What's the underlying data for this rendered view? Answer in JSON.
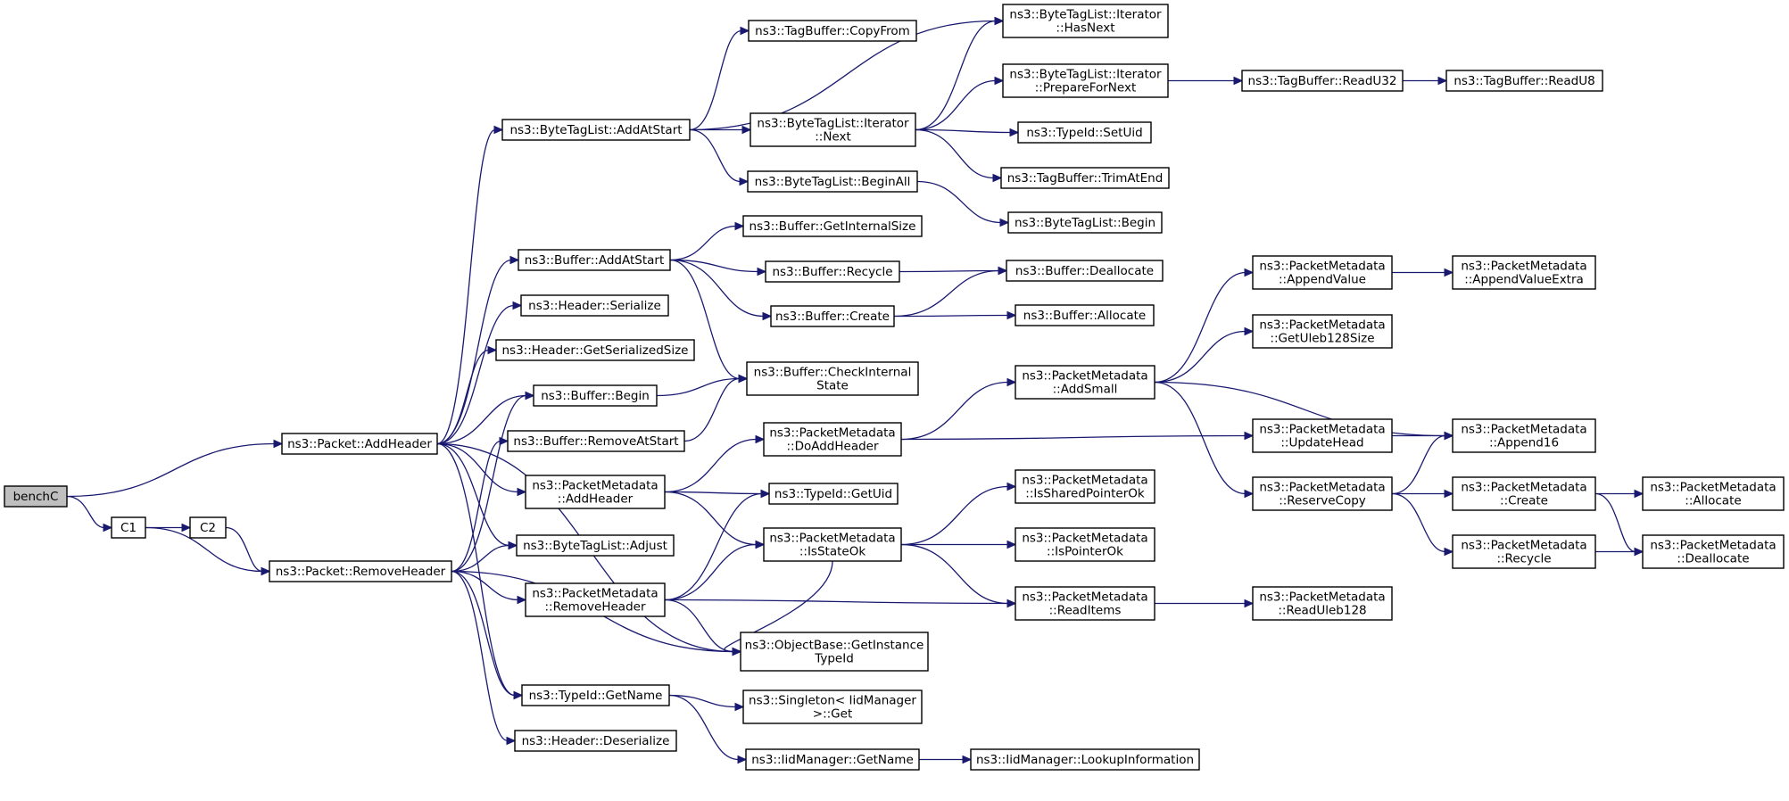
{
  "diagram": {
    "type": "call-graph",
    "colors": {
      "edge": "#191970",
      "node_border": "#000000",
      "root_fill": "#bfbfbf",
      "node_fill": "#ffffff"
    },
    "nodes": [
      {
        "id": "benchC",
        "lines": [
          "benchC"
        ],
        "root": true
      },
      {
        "id": "C1",
        "lines": [
          "C1"
        ]
      },
      {
        "id": "C2",
        "lines": [
          "C2"
        ]
      },
      {
        "id": "AddHeaderPkt",
        "lines": [
          "ns3::Packet::AddHeader"
        ]
      },
      {
        "id": "RemoveHeaderPkt",
        "lines": [
          "ns3::Packet::RemoveHeader"
        ]
      },
      {
        "id": "BTL_AddAtStart",
        "lines": [
          "ns3::ByteTagList::AddAtStart"
        ]
      },
      {
        "id": "Buf_AddAtStart",
        "lines": [
          "ns3::Buffer::AddAtStart"
        ]
      },
      {
        "id": "Hdr_Serialize",
        "lines": [
          "ns3::Header::Serialize"
        ]
      },
      {
        "id": "Hdr_GetSerSize",
        "lines": [
          "ns3::Header::GetSerializedSize"
        ]
      },
      {
        "id": "Buf_Begin",
        "lines": [
          "ns3::Buffer::Begin"
        ]
      },
      {
        "id": "Buf_RemoveAtStart",
        "lines": [
          "ns3::Buffer::RemoveAtStart"
        ]
      },
      {
        "id": "PM_AddHeader",
        "lines": [
          "ns3::PacketMetadata",
          "::AddHeader"
        ]
      },
      {
        "id": "BTL_Adjust",
        "lines": [
          "ns3::ByteTagList::Adjust"
        ]
      },
      {
        "id": "PM_RemoveHeader",
        "lines": [
          "ns3::PacketMetadata",
          "::RemoveHeader"
        ]
      },
      {
        "id": "TypeId_GetName",
        "lines": [
          "ns3::TypeId::GetName"
        ]
      },
      {
        "id": "Hdr_Deserialize",
        "lines": [
          "ns3::Header::Deserialize"
        ]
      },
      {
        "id": "TB_CopyFrom",
        "lines": [
          "ns3::TagBuffer::CopyFrom"
        ]
      },
      {
        "id": "BTLI_Next",
        "lines": [
          "ns3::ByteTagList::Iterator",
          "::Next"
        ]
      },
      {
        "id": "BTL_BeginAll",
        "lines": [
          "ns3::ByteTagList::BeginAll"
        ]
      },
      {
        "id": "Buf_GetIntSize",
        "lines": [
          "ns3::Buffer::GetInternalSize"
        ]
      },
      {
        "id": "Buf_Recycle",
        "lines": [
          "ns3::Buffer::Recycle"
        ]
      },
      {
        "id": "Buf_Create",
        "lines": [
          "ns3::Buffer::Create"
        ]
      },
      {
        "id": "Buf_CheckInt",
        "lines": [
          "ns3::Buffer::CheckInternal",
          "State"
        ]
      },
      {
        "id": "PM_DoAddHeader",
        "lines": [
          "ns3::PacketMetadata",
          "::DoAddHeader"
        ]
      },
      {
        "id": "TypeId_GetUid",
        "lines": [
          "ns3::TypeId::GetUid"
        ]
      },
      {
        "id": "PM_IsStateOk",
        "lines": [
          "ns3::PacketMetadata",
          "::IsStateOk"
        ]
      },
      {
        "id": "OB_GetInstTypeId",
        "lines": [
          "ns3::ObjectBase::GetInstance",
          "TypeId"
        ]
      },
      {
        "id": "Singleton_Get",
        "lines": [
          "ns3::Singleton< IidManager",
          ">::Get"
        ]
      },
      {
        "id": "IidMgr_GetName",
        "lines": [
          "ns3::IidManager::GetName"
        ]
      },
      {
        "id": "BTLI_HasNext",
        "lines": [
          "ns3::ByteTagList::Iterator",
          "::HasNext"
        ]
      },
      {
        "id": "BTLI_PrepNext",
        "lines": [
          "ns3::ByteTagList::Iterator",
          "::PrepareForNext"
        ]
      },
      {
        "id": "TypeId_SetUid",
        "lines": [
          "ns3::TypeId::SetUid"
        ]
      },
      {
        "id": "TB_TrimAtEnd",
        "lines": [
          "ns3::TagBuffer::TrimAtEnd"
        ]
      },
      {
        "id": "BTL_Begin",
        "lines": [
          "ns3::ByteTagList::Begin"
        ]
      },
      {
        "id": "Buf_Deallocate",
        "lines": [
          "ns3::Buffer::Deallocate"
        ]
      },
      {
        "id": "Buf_Allocate",
        "lines": [
          "ns3::Buffer::Allocate"
        ]
      },
      {
        "id": "PM_AddSmall",
        "lines": [
          "ns3::PacketMetadata",
          "::AddSmall"
        ]
      },
      {
        "id": "PM_IsSharedPtrOk",
        "lines": [
          "ns3::PacketMetadata",
          "::IsSharedPointerOk"
        ]
      },
      {
        "id": "PM_IsPointerOk",
        "lines": [
          "ns3::PacketMetadata",
          "::IsPointerOk"
        ]
      },
      {
        "id": "PM_ReadItems",
        "lines": [
          "ns3::PacketMetadata",
          "::ReadItems"
        ]
      },
      {
        "id": "IidMgr_Lookup",
        "lines": [
          "ns3::IidManager::LookupInformation"
        ]
      },
      {
        "id": "TB_ReadU32",
        "lines": [
          "ns3::TagBuffer::ReadU32"
        ]
      },
      {
        "id": "TB_ReadU8",
        "lines": [
          "ns3::TagBuffer::ReadU8"
        ]
      },
      {
        "id": "PM_AppendValue",
        "lines": [
          "ns3::PacketMetadata",
          "::AppendValue"
        ]
      },
      {
        "id": "PM_GetUleb128Size",
        "lines": [
          "ns3::PacketMetadata",
          "::GetUleb128Size"
        ]
      },
      {
        "id": "PM_UpdateHead",
        "lines": [
          "ns3::PacketMetadata",
          "::UpdateHead"
        ]
      },
      {
        "id": "PM_ReserveCopy",
        "lines": [
          "ns3::PacketMetadata",
          "::ReserveCopy"
        ]
      },
      {
        "id": "PM_ReadUleb128",
        "lines": [
          "ns3::PacketMetadata",
          "::ReadUleb128"
        ]
      },
      {
        "id": "PM_AppendValueExtra",
        "lines": [
          "ns3::PacketMetadata",
          "::AppendValueExtra"
        ]
      },
      {
        "id": "PM_Append16",
        "lines": [
          "ns3::PacketMetadata",
          "::Append16"
        ]
      },
      {
        "id": "PM_Create",
        "lines": [
          "ns3::PacketMetadata",
          "::Create"
        ]
      },
      {
        "id": "PM_Recycle",
        "lines": [
          "ns3::PacketMetadata",
          "::Recycle"
        ]
      },
      {
        "id": "PM_Allocate",
        "lines": [
          "ns3::PacketMetadata",
          "::Allocate"
        ]
      },
      {
        "id": "PM_Deallocate",
        "lines": [
          "ns3::PacketMetadata",
          "::Deallocate"
        ]
      }
    ],
    "edges": [
      [
        "benchC",
        "AddHeaderPkt"
      ],
      [
        "benchC",
        "C1"
      ],
      [
        "C1",
        "C2"
      ],
      [
        "C1",
        "RemoveHeaderPkt"
      ],
      [
        "C2",
        "RemoveHeaderPkt"
      ],
      [
        "AddHeaderPkt",
        "BTL_AddAtStart"
      ],
      [
        "AddHeaderPkt",
        "Buf_AddAtStart"
      ],
      [
        "AddHeaderPkt",
        "Hdr_Serialize"
      ],
      [
        "AddHeaderPkt",
        "Hdr_GetSerSize"
      ],
      [
        "AddHeaderPkt",
        "Buf_Begin"
      ],
      [
        "AddHeaderPkt",
        "PM_AddHeader"
      ],
      [
        "AddHeaderPkt",
        "BTL_Adjust"
      ],
      [
        "AddHeaderPkt",
        "OB_GetInstTypeId"
      ],
      [
        "AddHeaderPkt",
        "TypeId_GetName"
      ],
      [
        "RemoveHeaderPkt",
        "Buf_Begin"
      ],
      [
        "RemoveHeaderPkt",
        "Buf_RemoveAtStart"
      ],
      [
        "RemoveHeaderPkt",
        "BTL_Adjust"
      ],
      [
        "RemoveHeaderPkt",
        "PM_RemoveHeader"
      ],
      [
        "RemoveHeaderPkt",
        "TypeId_GetName"
      ],
      [
        "RemoveHeaderPkt",
        "Hdr_Deserialize"
      ],
      [
        "RemoveHeaderPkt",
        "OB_GetInstTypeId"
      ],
      [
        "BTL_AddAtStart",
        "TB_CopyFrom"
      ],
      [
        "BTL_AddAtStart",
        "BTLI_HasNext"
      ],
      [
        "BTL_AddAtStart",
        "BTLI_Next"
      ],
      [
        "BTL_AddAtStart",
        "BTL_BeginAll"
      ],
      [
        "BTLI_Next",
        "BTLI_HasNext"
      ],
      [
        "BTLI_Next",
        "BTLI_PrepNext"
      ],
      [
        "BTLI_Next",
        "TypeId_SetUid"
      ],
      [
        "BTLI_Next",
        "TB_TrimAtEnd"
      ],
      [
        "BTLI_PrepNext",
        "TB_ReadU32"
      ],
      [
        "TB_ReadU32",
        "TB_ReadU8"
      ],
      [
        "BTL_BeginAll",
        "BTL_Begin"
      ],
      [
        "Buf_AddAtStart",
        "Buf_GetIntSize"
      ],
      [
        "Buf_AddAtStart",
        "Buf_Recycle"
      ],
      [
        "Buf_AddAtStart",
        "Buf_Create"
      ],
      [
        "Buf_AddAtStart",
        "Buf_CheckInt"
      ],
      [
        "Buf_Recycle",
        "Buf_Deallocate"
      ],
      [
        "Buf_Create",
        "Buf_Deallocate"
      ],
      [
        "Buf_Create",
        "Buf_Allocate"
      ],
      [
        "Buf_Begin",
        "Buf_CheckInt"
      ],
      [
        "Buf_RemoveAtStart",
        "Buf_CheckInt"
      ],
      [
        "PM_AddHeader",
        "PM_DoAddHeader"
      ],
      [
        "PM_AddHeader",
        "TypeId_GetUid"
      ],
      [
        "PM_AddHeader",
        "PM_IsStateOk"
      ],
      [
        "PM_RemoveHeader",
        "TypeId_GetUid"
      ],
      [
        "PM_RemoveHeader",
        "PM_IsStateOk"
      ],
      [
        "PM_RemoveHeader",
        "PM_ReadItems"
      ],
      [
        "PM_RemoveHeader",
        "OB_GetInstTypeId"
      ],
      [
        "PM_DoAddHeader",
        "PM_AddSmall"
      ],
      [
        "PM_DoAddHeader",
        "PM_UpdateHead"
      ],
      [
        "PM_IsStateOk",
        "PM_IsSharedPtrOk"
      ],
      [
        "PM_IsStateOk",
        "PM_IsPointerOk"
      ],
      [
        "PM_IsStateOk",
        "PM_ReadItems"
      ],
      [
        "PM_IsStateOk",
        "OB_GetInstTypeId"
      ],
      [
        "TypeId_GetName",
        "Singleton_Get"
      ],
      [
        "TypeId_GetName",
        "IidMgr_GetName"
      ],
      [
        "IidMgr_GetName",
        "IidMgr_Lookup"
      ],
      [
        "PM_AddSmall",
        "PM_AppendValue"
      ],
      [
        "PM_AddSmall",
        "PM_GetUleb128Size"
      ],
      [
        "PM_AddSmall",
        "PM_ReserveCopy"
      ],
      [
        "PM_AddSmall",
        "PM_Append16"
      ],
      [
        "PM_AppendValue",
        "PM_AppendValueExtra"
      ],
      [
        "PM_UpdateHead",
        "PM_Append16"
      ],
      [
        "PM_ReserveCopy",
        "PM_Append16"
      ],
      [
        "PM_ReserveCopy",
        "PM_Create"
      ],
      [
        "PM_ReserveCopy",
        "PM_Recycle"
      ],
      [
        "PM_Create",
        "PM_Allocate"
      ],
      [
        "PM_Create",
        "PM_Deallocate"
      ],
      [
        "PM_Recycle",
        "PM_Deallocate"
      ],
      [
        "PM_ReadItems",
        "PM_ReadUleb128"
      ]
    ]
  }
}
